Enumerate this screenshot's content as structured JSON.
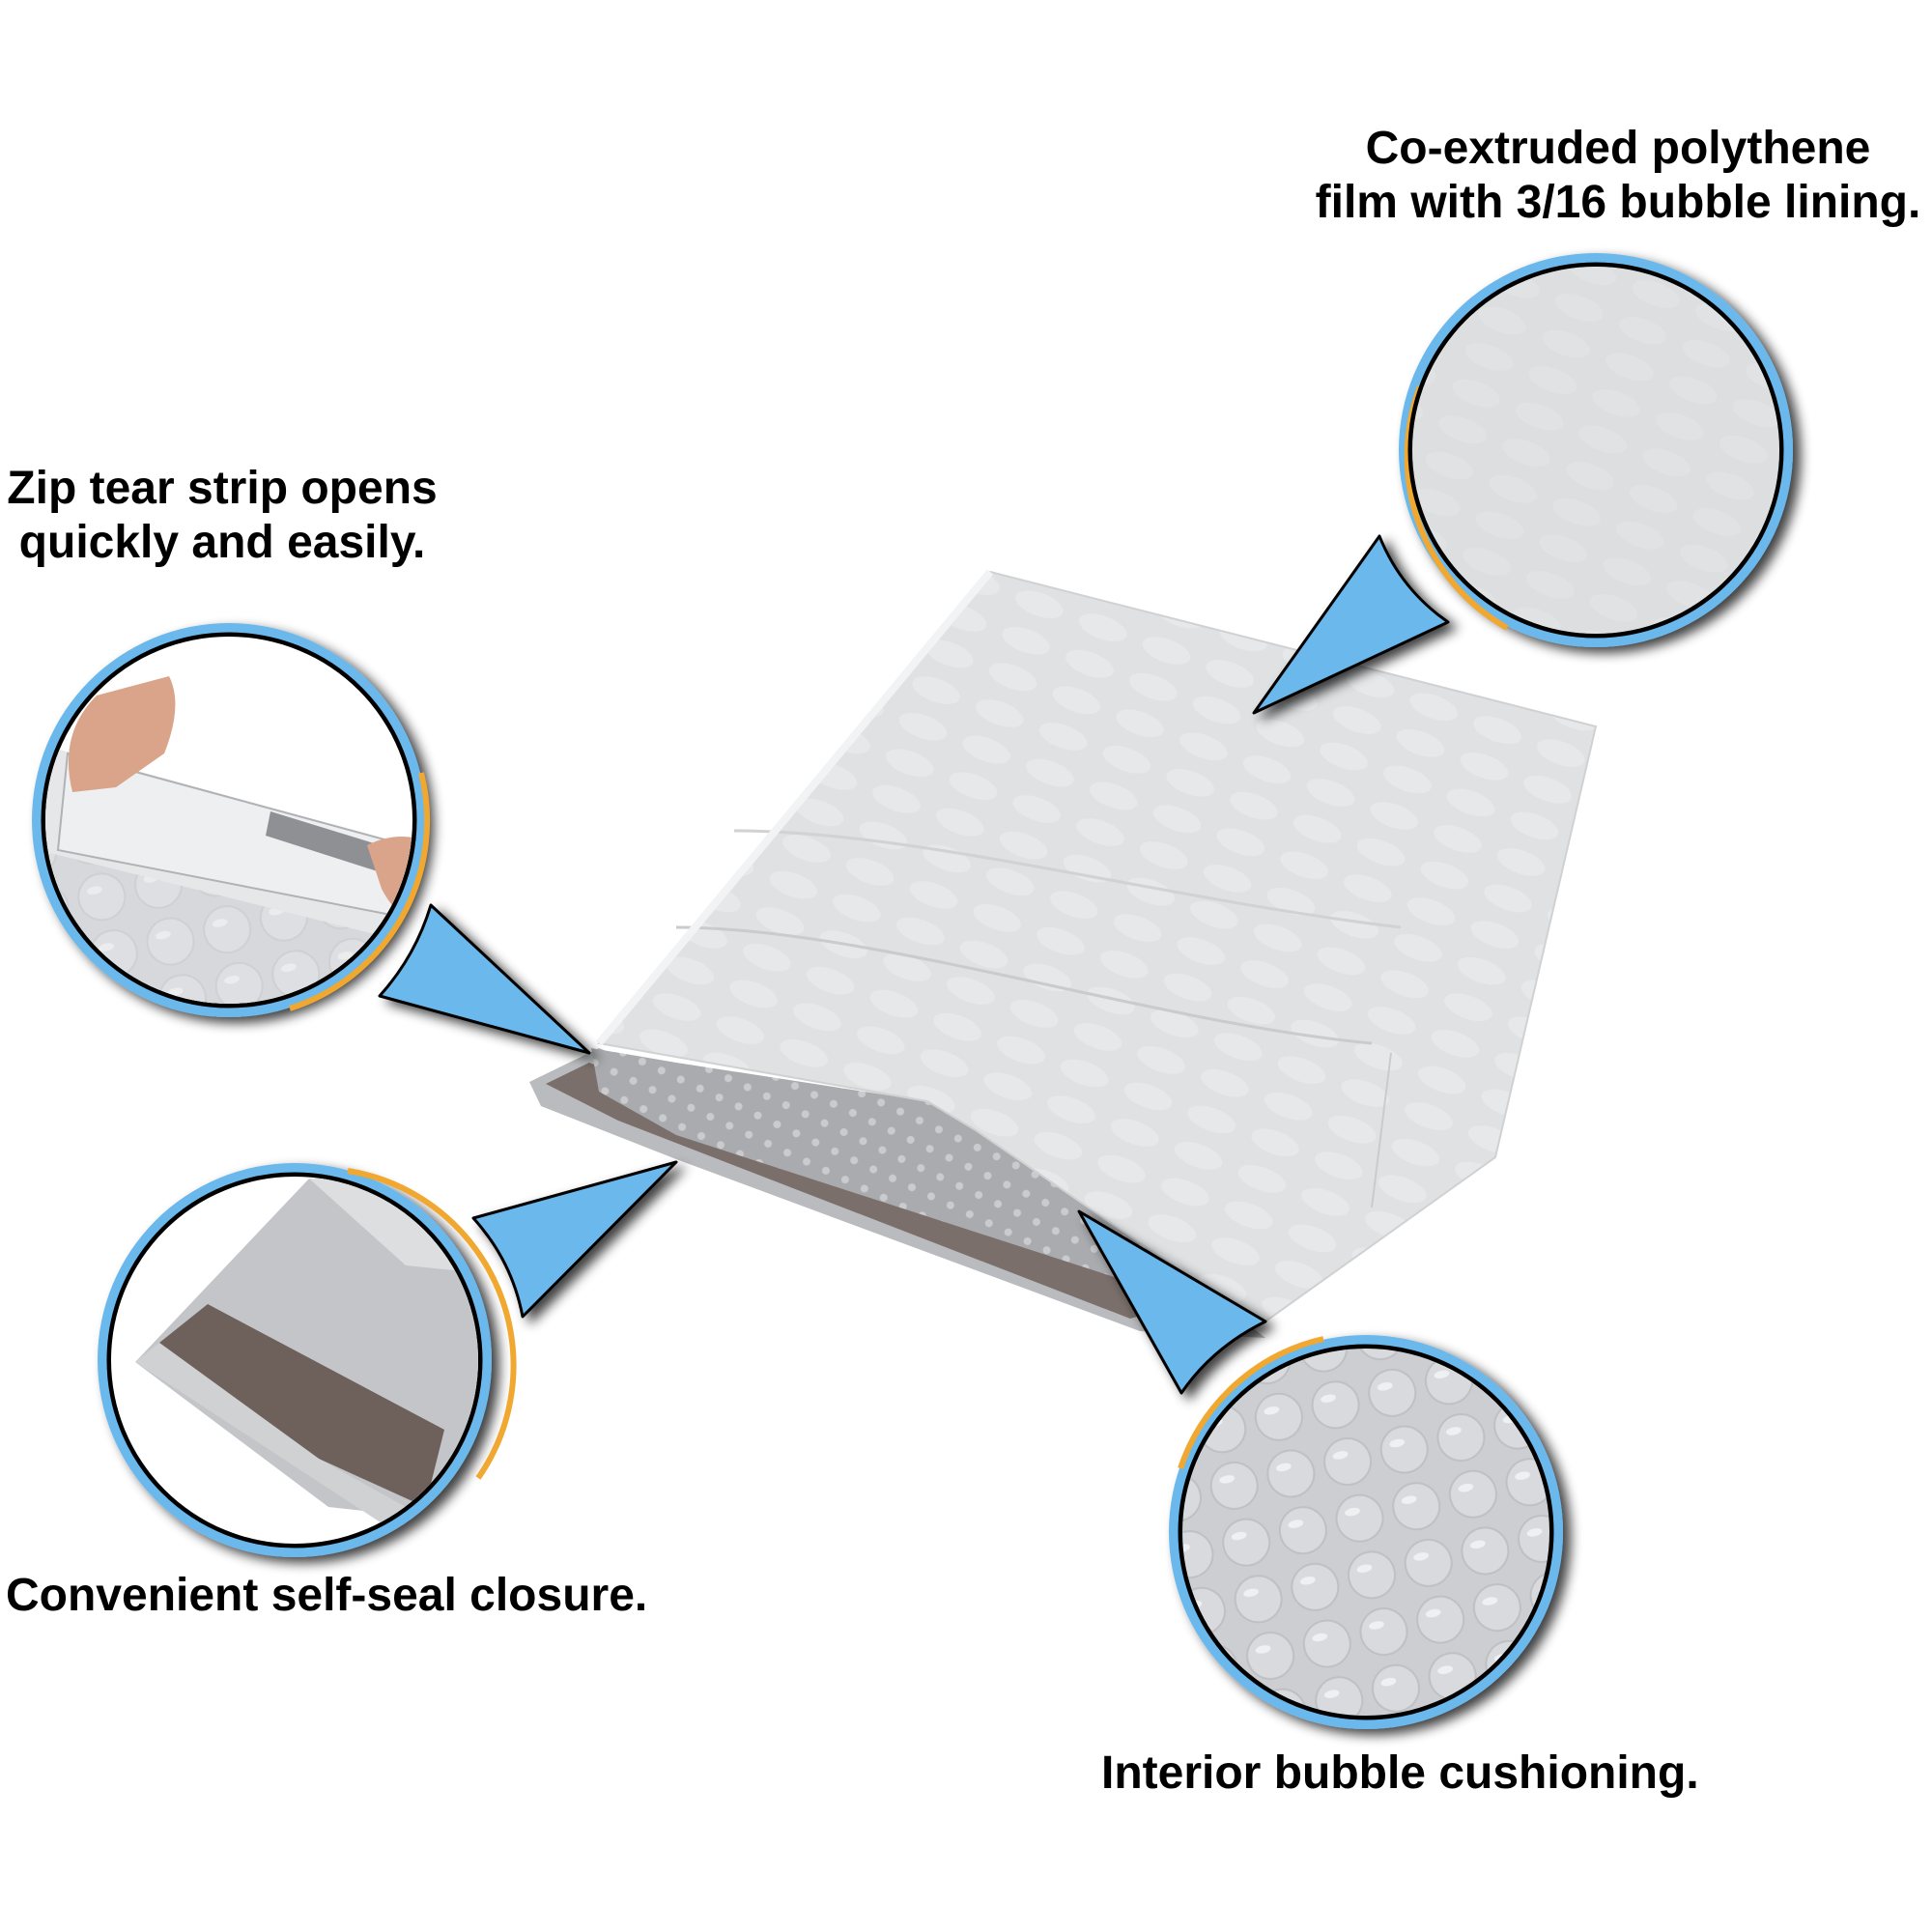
{
  "infographic": {
    "subject": "Poly bubble mailer",
    "callouts": [
      {
        "id": "polythene-film",
        "lines": [
          "Co-extruded polythene",
          "film with 3/16 bubble lining."
        ],
        "zoom_detail": "white polythene outer film texture"
      },
      {
        "id": "zip-tear-strip",
        "lines": [
          "Zip tear strip opens",
          "quickly and easily."
        ],
        "zoom_detail": "hands pulling zip tear strip open"
      },
      {
        "id": "self-seal",
        "lines": [
          "Convenient self-seal closure."
        ],
        "zoom_detail": "adhesive self-seal flap strip"
      },
      {
        "id": "bubble-cushioning",
        "lines": [
          "Interior bubble cushioning."
        ],
        "zoom_detail": "interior bubble wrap lining"
      }
    ]
  },
  "colors": {
    "background": "#ffffff",
    "pointer_fill": "#6bb8ec",
    "ring_blue": "#6bb8ec",
    "ring_accent": "#f0a830",
    "outline": "#000000",
    "mailer_face": "#e2e4e6",
    "mailer_edge": "#c9cbcd",
    "bubble_gray": "#cfd0d3",
    "seal_dark": "#6e615c",
    "text": "#000000"
  }
}
